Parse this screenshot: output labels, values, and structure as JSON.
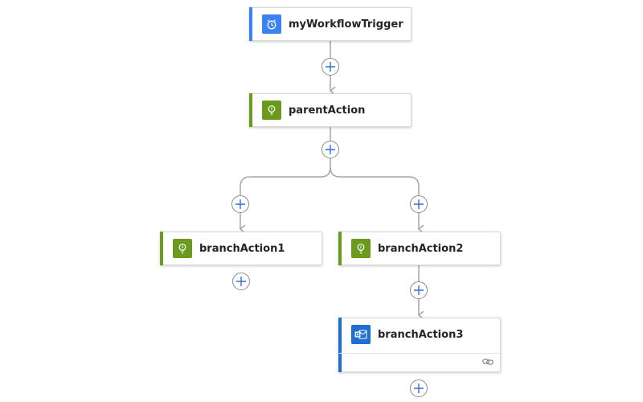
{
  "colors": {
    "trigger_accent": "#3b82f6",
    "action_accent": "#6b9a1f",
    "outlook_accent": "#1f6fd1",
    "connector": "#a6a6a6",
    "plus": "#2f6fd6"
  },
  "nodes": [
    {
      "id": "trigger",
      "label": "myWorkflowTrigger",
      "icon": "timer-icon",
      "accent": "trigger_accent"
    },
    {
      "id": "parent",
      "label": "parentAction",
      "icon": "bulb-icon",
      "accent": "action_accent"
    },
    {
      "id": "branch1",
      "label": "branchAction1",
      "icon": "bulb-icon",
      "accent": "action_accent"
    },
    {
      "id": "branch2",
      "label": "branchAction2",
      "icon": "bulb-icon",
      "accent": "action_accent"
    },
    {
      "id": "branch3",
      "label": "branchAction3",
      "icon": "outlook-icon",
      "accent": "outlook_accent",
      "has_link": true
    }
  ],
  "add_buttons": [
    {
      "id": "after-trigger"
    },
    {
      "id": "after-parent"
    },
    {
      "id": "before-branch1"
    },
    {
      "id": "before-branch2"
    },
    {
      "id": "after-branch1"
    },
    {
      "id": "after-branch2"
    },
    {
      "id": "after-branch3"
    }
  ]
}
